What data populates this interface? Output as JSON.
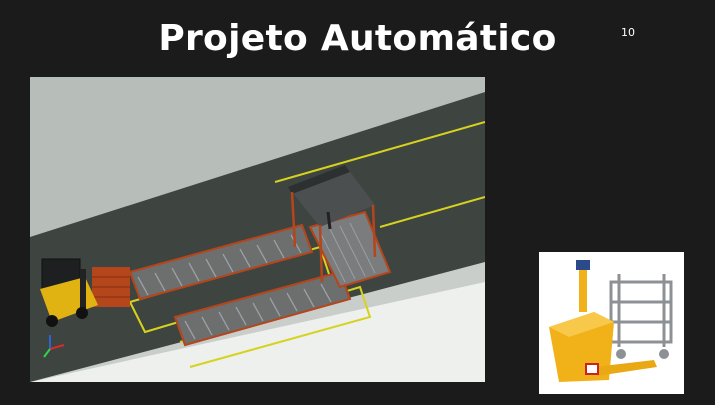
{
  "slide": {
    "title": "Projeto Automático",
    "page_number": "10"
  },
  "images": {
    "main_render": {
      "description_icon": "factory-layout-render",
      "colors": {
        "floor": "#3f4540",
        "wall": "#b9c0bc",
        "yellow_line": "#d6d21e",
        "conveyor_frame": "#b5451b",
        "roller": "#9aa0a4",
        "forklift": "#e0b313"
      }
    },
    "agv_photo": {
      "description_icon": "agv-robot-photo",
      "colors": {
        "body": "#f1b118",
        "frame": "#8d9196"
      }
    }
  }
}
